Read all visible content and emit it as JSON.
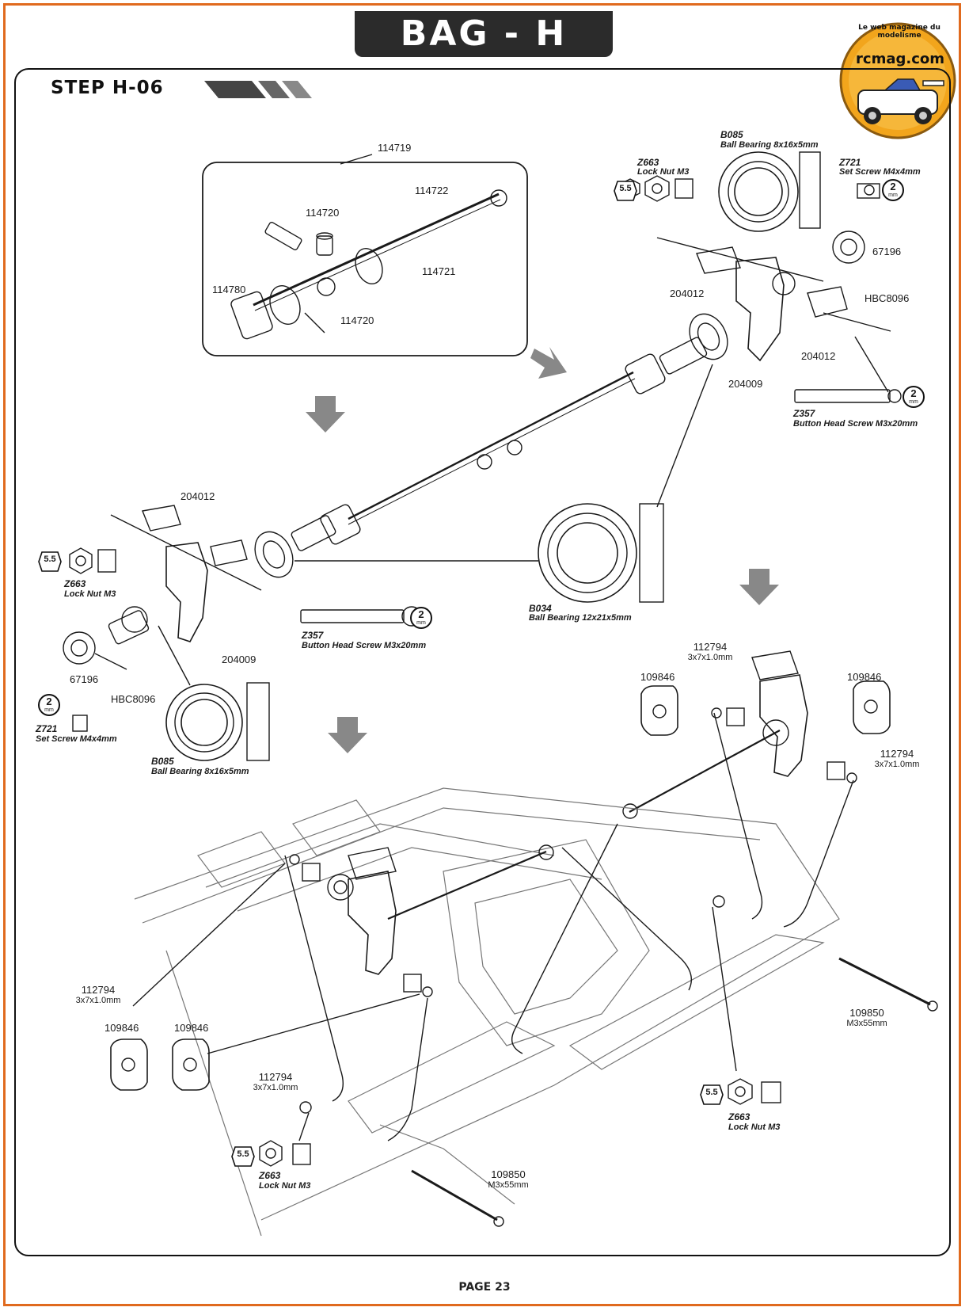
{
  "header": {
    "title": "BAG - H"
  },
  "step": {
    "label": "STEP H-06"
  },
  "footer": {
    "page": "PAGE 23"
  },
  "badge": {
    "slogan": "Le web magazine du modelisme",
    "site": "rcmag.com"
  },
  "parts": {
    "p114719": "114719",
    "p114722": "114722",
    "p114720a": "114720",
    "p114720b": "114720",
    "p114721": "114721",
    "p114780": "114780",
    "b085_top": {
      "code": "B085",
      "desc": "Ball Bearing 8x16x5mm"
    },
    "z663_top": {
      "code": "Z663",
      "desc": "Lock Nut M3",
      "tool": "5.5",
      "unit": "mm"
    },
    "z721_top": {
      "code": "Z721",
      "desc": "Set Screw M4x4mm",
      "tool": "2",
      "unit": "mm"
    },
    "p67196_top": "67196",
    "hbc8096_top": "HBC8096",
    "p204012_top_l": "204012",
    "p204012_top_r": "204012",
    "p204009_top": "204009",
    "z357_top": {
      "code": "Z357",
      "desc": "Button Head Screw M3x20mm",
      "tool": "2",
      "unit": "mm"
    },
    "p204012_left": "204012",
    "z663_left": {
      "code": "Z663",
      "desc": "Lock Nut M3",
      "tool": "5.5",
      "unit": "mm"
    },
    "z357_left": {
      "code": "Z357",
      "desc": "Button Head Screw M3x20mm",
      "tool": "2",
      "unit": "mm"
    },
    "p204009_left": "204009",
    "p67196_left": "67196",
    "hbc8096_left": "HBC8096",
    "z721_left": {
      "code": "Z721",
      "desc": "Set Screw M4x4mm",
      "tool": "2",
      "unit": "mm"
    },
    "b085_left": {
      "code": "B085",
      "desc": "Ball Bearing 8x16x5mm"
    },
    "b034": {
      "code": "B034",
      "desc": "Ball Bearing 12x21x5mm"
    },
    "p112794_tr": {
      "code": "112794",
      "size": "3x7x1.0mm"
    },
    "p109846_tr_l": "109846",
    "p109846_tr_r": "109846",
    "p112794_tr2": {
      "code": "112794",
      "size": "3x7x1.0mm"
    },
    "p112794_bl": {
      "code": "112794",
      "size": "3x7x1.0mm"
    },
    "p109846_bl_1": "109846",
    "p109846_bl_2": "109846",
    "p112794_bm": {
      "code": "112794",
      "size": "3x7x1.0mm"
    },
    "p109850_r": {
      "code": "109850",
      "size": "M3x55mm"
    },
    "z663_br": {
      "code": "Z663",
      "desc": "Lock Nut M3",
      "tool": "5.5",
      "unit": "mm"
    },
    "z663_bm": {
      "code": "Z663",
      "desc": "Lock Nut M3",
      "tool": "5.5",
      "unit": "mm"
    },
    "p109850_b": {
      "code": "109850",
      "size": "M3x55mm"
    }
  },
  "colors": {
    "frame": "#e06a1e",
    "header_bg": "#2b2b2b",
    "badge": "#f2a51c",
    "ink": "#1a1a1a"
  }
}
